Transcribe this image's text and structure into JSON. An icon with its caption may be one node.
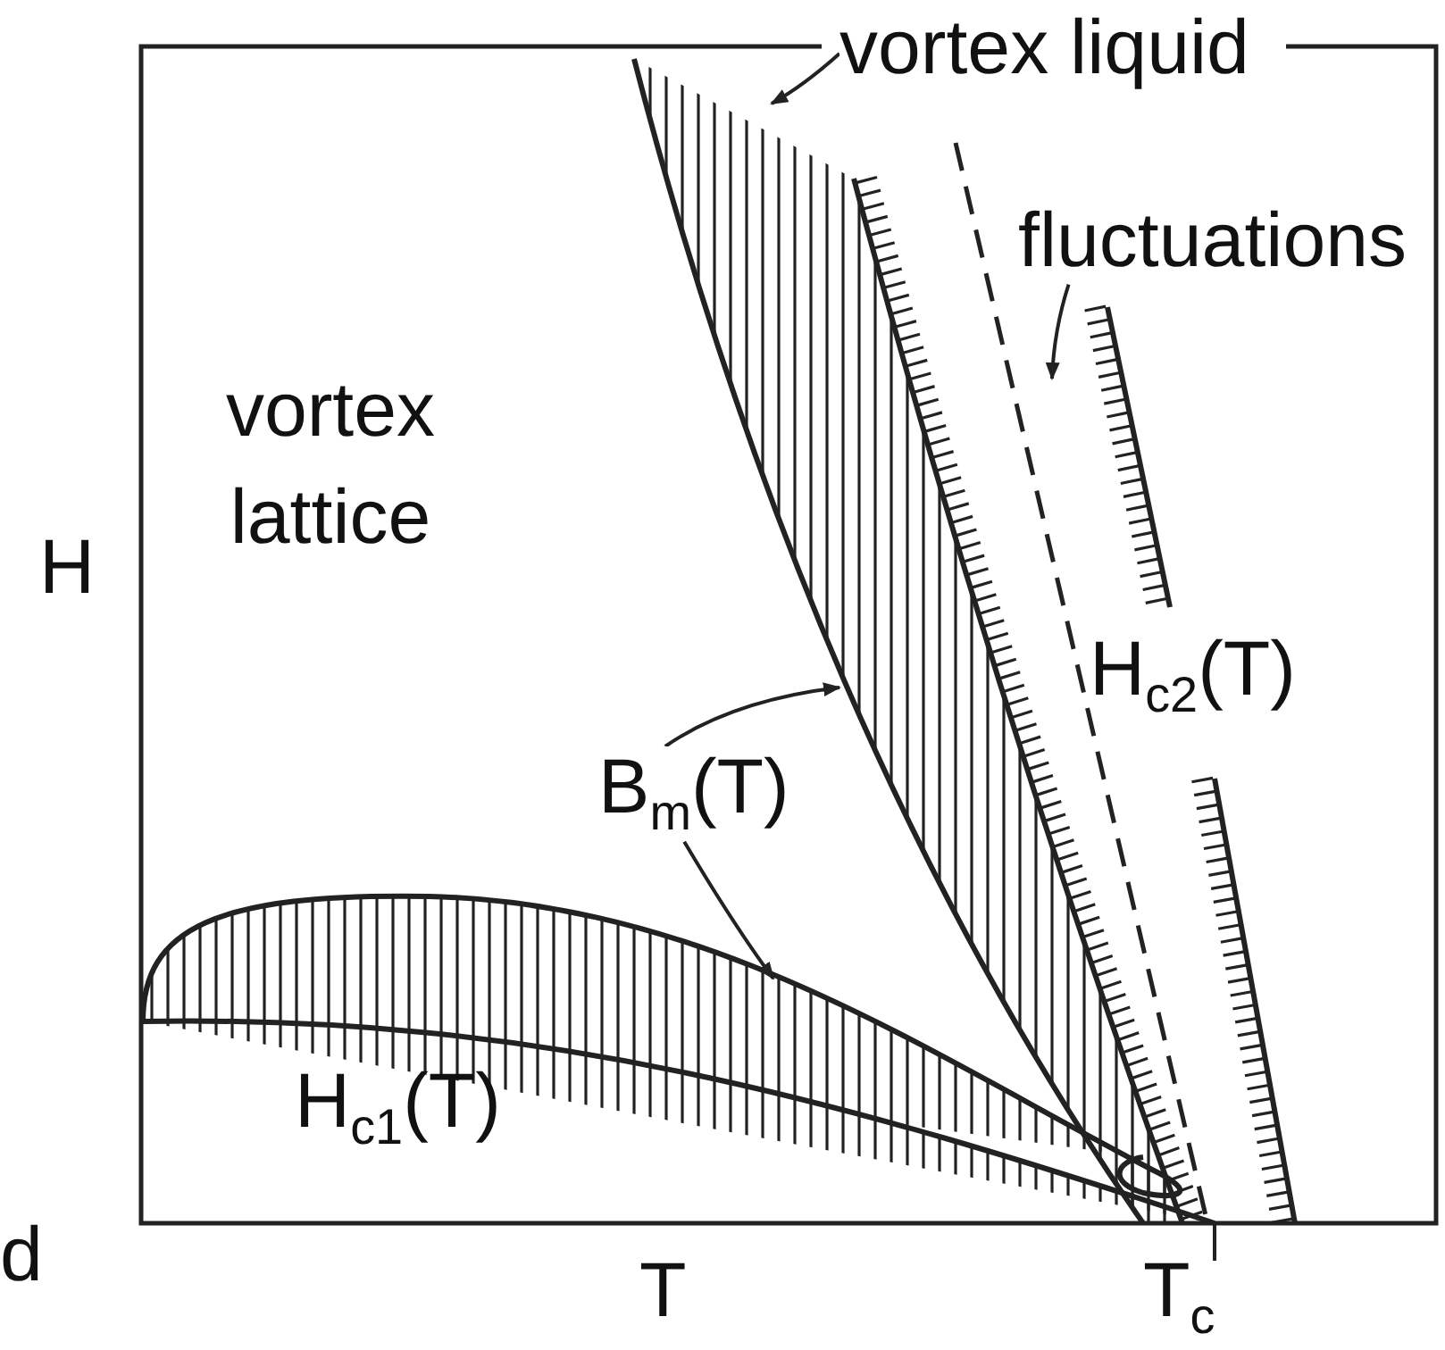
{
  "diagram": {
    "nodes": [
      {
        "text": [
          "vortex liquid"
        ]
      },
      {
        "text": [
          "fluctuations"
        ]
      },
      {
        "text": [
          "B$_{m}$(T)"
        ]
      }
    ],
    "edges": [
      {
        "from": 0,
        "to": null,
        "arrow": "to"
      },
      {
        "from": 1,
        "to": null,
        "arrow": "to"
      },
      {
        "from": 2,
        "to": null,
        "arrow": "to"
      },
      {
        "from": 2,
        "to": null,
        "arrow": "to"
      }
    ],
    "labels": [
      "vortex lattice",
      "H",
      "H$_{c2}$(T)",
      "H$_{c1}$(T)",
      "d",
      "T",
      "T$_{c}$"
    ]
  }
}
